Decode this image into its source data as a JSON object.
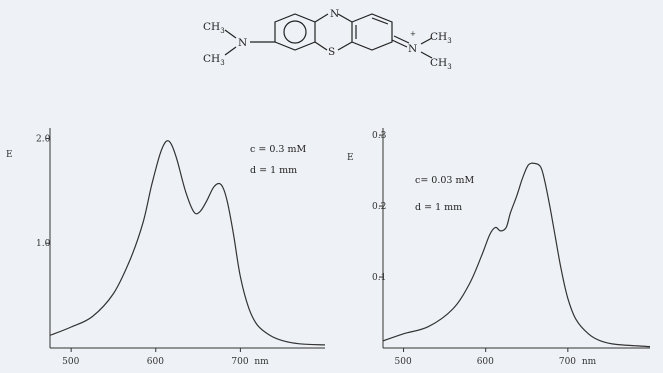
{
  "structure": {
    "left_group": {
      "top": "CH",
      "top_sub": "3",
      "bottom": "CH",
      "bottom_sub": "3",
      "n": "N"
    },
    "ring_top": "N",
    "ring_s": "S",
    "right_group": {
      "n": "N",
      "charge": "+",
      "top": "CH",
      "top_sub": "3",
      "bottom": "CH",
      "bottom_sub": "3"
    }
  },
  "chart_data": [
    {
      "type": "line",
      "ylabel": "E",
      "xlabel_unit": "nm",
      "xlim": [
        475,
        800
      ],
      "ylim": [
        0,
        2.1
      ],
      "x_ticks": [
        500,
        600,
        700
      ],
      "y_ticks": [
        1.0,
        2.0
      ],
      "y_tick_labels": [
        "1.0",
        "2.0"
      ],
      "x_tick_labels": [
        "500",
        "600",
        "700"
      ],
      "annotations": [
        "c = 0.3 mM",
        "d = 1 mm"
      ],
      "x": [
        475,
        500,
        525,
        550,
        570,
        585,
        595,
        605,
        612,
        618,
        625,
        635,
        645,
        652,
        660,
        668,
        675,
        680,
        685,
        692,
        700,
        710,
        720,
        735,
        750,
        770,
        800
      ],
      "y": [
        0.12,
        0.2,
        0.3,
        0.52,
        0.85,
        1.2,
        1.55,
        1.85,
        1.97,
        1.95,
        1.8,
        1.5,
        1.3,
        1.3,
        1.4,
        1.53,
        1.57,
        1.52,
        1.38,
        1.08,
        0.68,
        0.38,
        0.22,
        0.12,
        0.07,
        0.04,
        0.03
      ]
    },
    {
      "type": "line",
      "ylabel": "E",
      "xlabel_unit": "nm",
      "xlim": [
        475,
        800
      ],
      "ylim": [
        0,
        0.31
      ],
      "x_ticks": [
        500,
        600,
        700
      ],
      "y_ticks": [
        0.1,
        0.2,
        0.3
      ],
      "y_tick_labels": [
        "0.1",
        "0.2",
        "0.3"
      ],
      "x_tick_labels": [
        "500",
        "600",
        "700"
      ],
      "annotations": [
        "c= 0.03 mM",
        "d = 1 mm"
      ],
      "x": [
        475,
        500,
        530,
        560,
        580,
        595,
        605,
        612,
        618,
        625,
        630,
        638,
        645,
        652,
        660,
        667,
        672,
        678,
        685,
        692,
        700,
        710,
        725,
        740,
        760,
        800
      ],
      "y": [
        0.01,
        0.02,
        0.03,
        0.055,
        0.09,
        0.13,
        0.16,
        0.17,
        0.165,
        0.17,
        0.19,
        0.215,
        0.24,
        0.258,
        0.26,
        0.255,
        0.235,
        0.2,
        0.155,
        0.11,
        0.07,
        0.04,
        0.02,
        0.01,
        0.005,
        0.002
      ]
    }
  ]
}
